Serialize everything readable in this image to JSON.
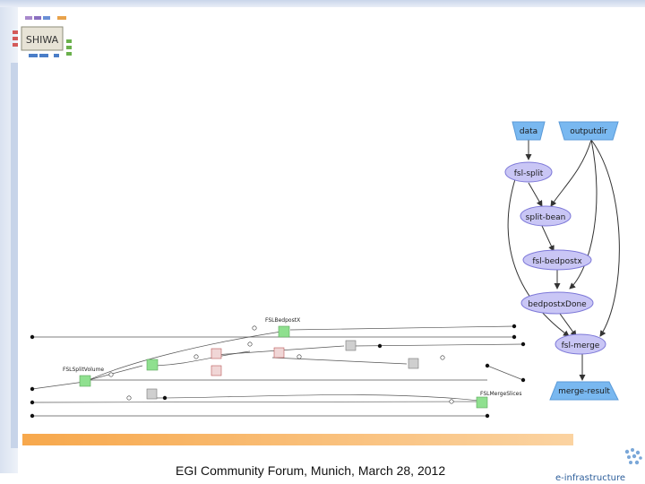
{
  "footer": {
    "text": "EGI Community Forum, Munich, March 28, 2012"
  },
  "logo": {
    "text": "SHIWA"
  },
  "brand": {
    "text": "e-infrastructure"
  },
  "right_workflow": {
    "nodes": {
      "data": "data",
      "outputdir": "outputdir",
      "fsl_split": "fsl-split",
      "split_bean": "split-bean",
      "fsl_bedpostx": "fsl-bedpostx",
      "bedpostx_done": "bedpostxDone",
      "fsl_merge": "fsl-merge",
      "merge_result": "merge-result"
    }
  },
  "left_workflow": {
    "labels": {
      "bedpostx": "FSLBedpostX",
      "split": "FSLSplitVolume",
      "merge": "FSLMergeSlices"
    }
  },
  "colors": {
    "node_fill": "#c9c6f5",
    "node_stroke": "#7d78d8",
    "trap_fill": "#79b8f0",
    "green_box": "#8fe08f",
    "orange": "#f7a84c"
  }
}
